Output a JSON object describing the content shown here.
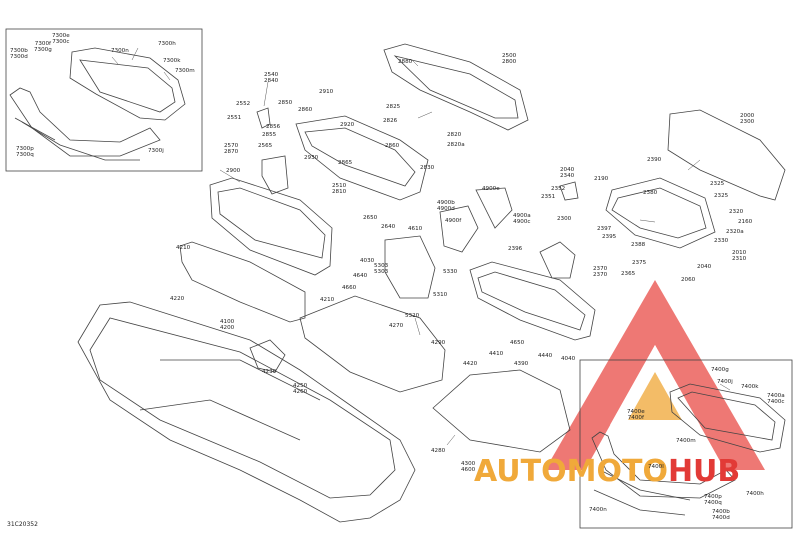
{
  "diagram": {
    "drawing_code": "31C20352",
    "watermark": {
      "part1": "AUTOMOTO",
      "part2": "HUB"
    },
    "callouts": {
      "c7300e": "7300e\n7300c",
      "c7300f": "7300f\n7300g",
      "c7300b": "7300b\n7300d",
      "c7300n": "7300n",
      "c7300h": "7300h",
      "c7300k": "7300k",
      "c7300m": "7300m",
      "c7300p": "7300p\n7300q",
      "c7300j": "7300j",
      "c2500": "2500\n2800",
      "c2880": "2880",
      "c2540": "2540\n2840",
      "c2910": "2910",
      "c2552": "2552",
      "c2850": "2850",
      "c2860": "2860",
      "c2551": "2551",
      "c2855": "2855",
      "c2920": "2920",
      "c2856": "2856",
      "c2825": "2825",
      "c2826": "2826",
      "c2820": "2820",
      "c2820a": "2820a",
      "c2570": "2570\n2870",
      "c2565": "2565",
      "c2930": "2930",
      "c2860b": "2860",
      "c2865": "2865",
      "c2830": "2830",
      "c2900": "2900",
      "c2510": "2510\n2810",
      "c2000": "2000\n2300",
      "c2390": "2390",
      "c2325": "2325",
      "c2325b": "2325",
      "c2380": "2380",
      "c2190": "2190",
      "c2040": "2040\n2340",
      "c2352": "2352",
      "c2351": "2351",
      "c2320": "2320",
      "c2160": "2160",
      "c2320a": "2320a",
      "c2330": "2330",
      "c2300": "2300",
      "c2397": "2397",
      "c2395": "2395",
      "c2388": "2388",
      "c2396": "2396",
      "c2375": "2375",
      "c2010": "2010\n2310",
      "c2040b": "2040",
      "c2370": "2370\n2370",
      "c2365": "2365",
      "c2060": "2060",
      "c4900e": "4900e",
      "c4900b": "4900b\n4900d",
      "c4900a": "4900a\n4900c",
      "c4900f": "4900f",
      "c4610": "4610",
      "c2650": "2650",
      "c2640": "2640",
      "c4030": "4030",
      "c5303": "5303\n5303",
      "c5330": "5330",
      "c4640": "4640",
      "c4660": "4660",
      "c5310": "5310",
      "c5320": "5320",
      "c4270": "4270",
      "c4210": "4210",
      "c4220": "4220",
      "c4210b": "4210",
      "c4100": "4100\n4200",
      "c4290": "4290",
      "c4230": "4230",
      "c4250": "4250\n4260",
      "c4650": "4650",
      "c4410": "4410",
      "c4440": "4440",
      "c4420": "4420",
      "c4390": "4390",
      "c4040": "4040",
      "c4280": "4280",
      "c4300": "4300\n4600",
      "c7400g": "7400g",
      "c7400j": "7400j",
      "c7400k": "7400k",
      "c7400a": "7400a\n7400c",
      "c7400e": "7400e\n7400f",
      "c7400m": "7400m",
      "c7400l": "7400l",
      "c7400h": "7400h",
      "c7400p": "7400p\n7400q",
      "c7400b": "7400b\n7400d",
      "c7400n": "7400n"
    }
  }
}
